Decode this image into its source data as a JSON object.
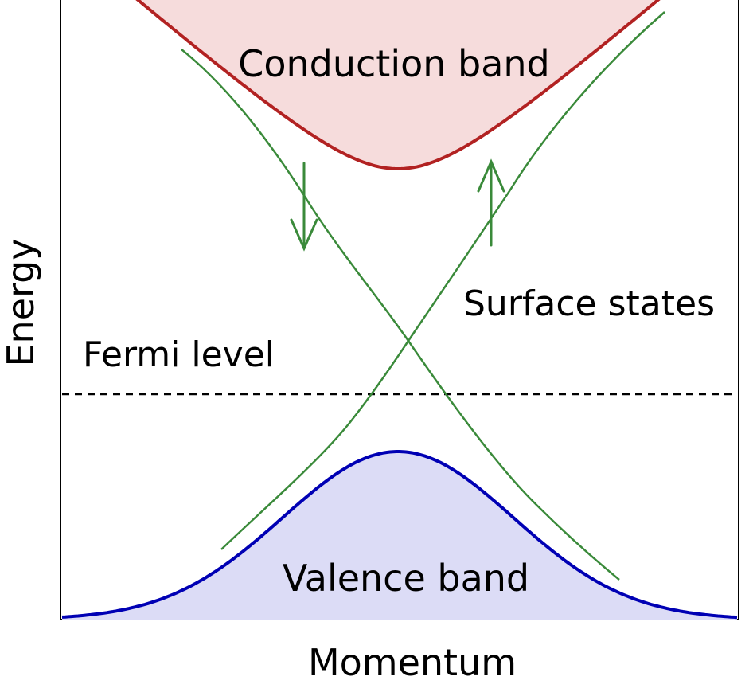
{
  "labels": {
    "axis_x": "Momentum",
    "axis_y": "Energy",
    "conduction_band": "Conduction band",
    "valence_band": "Valence band",
    "surface_states": "Surface states",
    "fermi_level": "Fermi level"
  },
  "colors": {
    "conduction_stroke": "#b22222",
    "conduction_fill": "#f6dcdc",
    "valence_stroke": "#0000b4",
    "valence_fill": "#dcdcf6",
    "surface_state": "#3a8a3a",
    "spin_arrow": "#3a8a3a",
    "fermi_line": "#000000",
    "frame": "#000000"
  },
  "spin_arrows": [
    {
      "branch": "left",
      "direction": "down"
    },
    {
      "branch": "right",
      "direction": "up"
    }
  ],
  "fermi_level_style": "dashed"
}
